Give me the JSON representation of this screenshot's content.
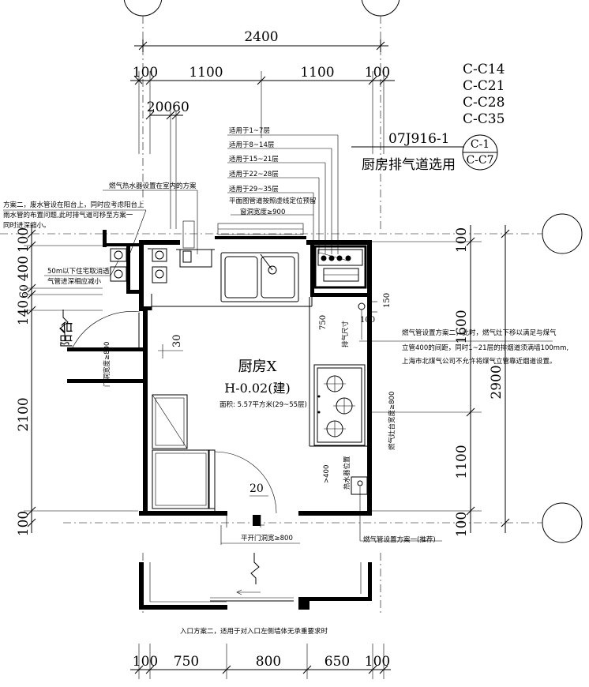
{
  "dimensions": {
    "top_total": "2400",
    "top_segments": [
      "100",
      "1100",
      "1100",
      "100"
    ],
    "top_sub": [
      "200",
      "60"
    ],
    "bottom_segments": [
      "100",
      "750",
      "800",
      "650",
      "100"
    ],
    "right_segments": [
      "1600",
      "1100"
    ],
    "right_total": "2900",
    "left_segments": [
      "100",
      "400",
      "60",
      "140",
      "2100",
      "100"
    ],
    "small_150": "150",
    "small_750": "750",
    "small_100": "100",
    "small_30": "30",
    "small_20": "20",
    "small_400": ">400"
  },
  "codes": {
    "list": [
      "C-C14",
      "C-C21",
      "C-C28",
      "C-C35"
    ],
    "atlas": "07J916-1",
    "atlas_caption": "厨房排气道选用",
    "circle_top": "C-1",
    "circle_bottom": "C-C7"
  },
  "flue_notes": [
    "适用于1~7层",
    "适用于8~14层",
    "适用于15~21层",
    "适用于22~28层",
    "适用于29~35层"
  ],
  "labels": {
    "plan_note": "平面图管道按照虚线定位预留",
    "window_note": "窗洞宽度≥900",
    "heater_note": "燃气热水器设置在室内的方案",
    "scheme2_lines": [
      "方案二，废水管设在阳台上，同时应考虑阳台上",
      "雨水管的布置问题,此时排气道可移至方案一",
      "同时进深缩小。"
    ],
    "pipe_note_lines": [
      "50m以下住宅取消透",
      "气管进深相应减小"
    ],
    "balcony": "阳台",
    "door_width_left": "门洞宽度≥800",
    "room_name": "厨房X",
    "room_code": "H-0.02(建)",
    "area": "面积: 5.57平方米(29~55层)",
    "exhaust_size": "排气尺寸",
    "gas_scheme2_lines": [
      "燃气管设置方案二，此时，燃气灶下移以满足与煤气",
      "立管400的间距，同时1~21层的排烟道须满墙100mm,",
      "上海市北煤气公司不允许将煤气立管靠近烟道设置。"
    ],
    "stove_width": "燃气灶台宽度≥800",
    "water_heater": "热水器位置",
    "door_width_bottom": "平开门洞宽≥800",
    "gas_scheme1": "燃气管设置方案一(推荐)",
    "entry_scheme2": "入口方案二，适用于对入口左侧墙体无承重要求时"
  }
}
